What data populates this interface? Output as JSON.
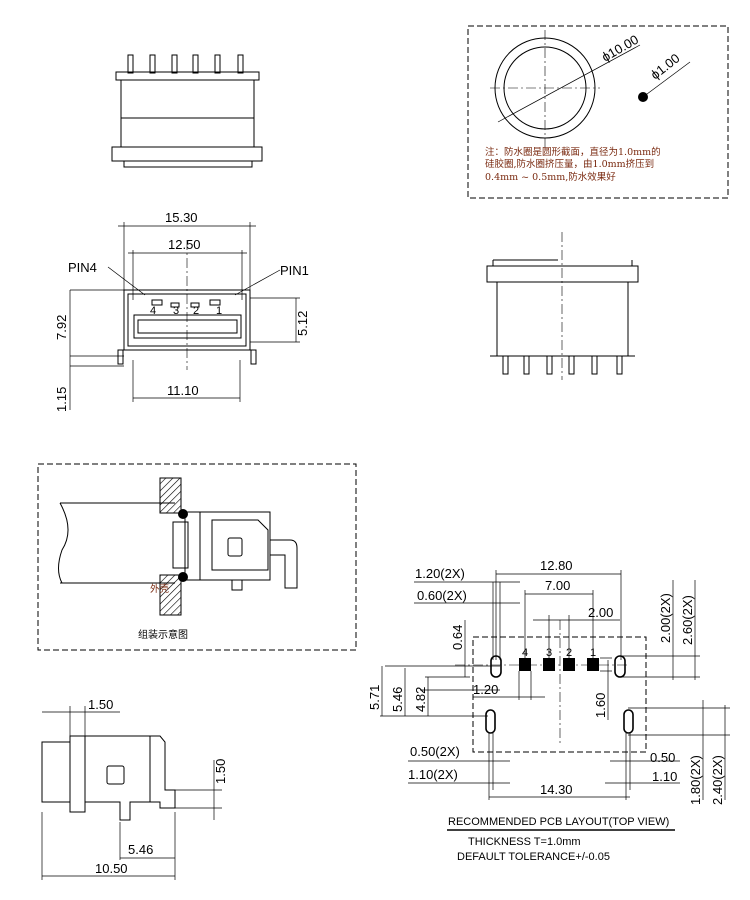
{
  "side_view_dims": {
    "width_overall": "15.30",
    "width_inner": "12.50",
    "height": "7.92",
    "height_inner": "5.12",
    "pitch_bottom": "11.10",
    "pin_length": "1.15",
    "pin4": "PIN4",
    "pin1": "PIN1",
    "pin_numbers": [
      "4",
      "3",
      "2",
      "1"
    ]
  },
  "seal_note": {
    "outer_diameter": "ϕ10.00",
    "wire_diameter": "ϕ1.00",
    "lines": [
      "注：防水圈是圆形截面，直径为1.0mm的",
      "硅胶圈,防水圈挤压量，由1.0mm挤压到",
      "0.4mm ~ 0.5mm,防水效果好"
    ]
  },
  "assembly": {
    "housing_label": "外壳",
    "caption": "组装示意图"
  },
  "bottom_view": {
    "dim_top": "1.50",
    "dim_right": "1.50",
    "dim_inner": "5.46",
    "dim_total": "10.50"
  },
  "pcb_layout": {
    "dims": {
      "d12_80": "12.80",
      "d7_00": "7.00",
      "d2_00": "2.00",
      "d1_20_2x": "1.20(2X)",
      "d0_60_2x": "0.60(2X)",
      "d0_64": "0.64",
      "d5_71": "5.71",
      "d5_46": "5.46",
      "d4_82": "4.82",
      "d1_20": "1.20",
      "d1_60": "1.60",
      "d2_00_2x": "2.00(2X)",
      "d2_60_2x": "2.60(2X)",
      "d0_50_2x": "0.50(2X)",
      "d1_10_2x": "1.10(2X)",
      "d0_50": "0.50",
      "d1_10": "1.10",
      "d14_30": "14.30",
      "d1_80_2x": "1.80(2X)",
      "d2_40_2x": "2.40(2X)"
    },
    "pad_numbers": [
      "4",
      "3",
      "2",
      "1"
    ],
    "title": "RECOMMENDED PCB LAYOUT(TOP VIEW)",
    "thickness": "THICKNESS T=1.0mm",
    "tolerance": "DEFAULT TOLERANCE+/-0.05"
  }
}
